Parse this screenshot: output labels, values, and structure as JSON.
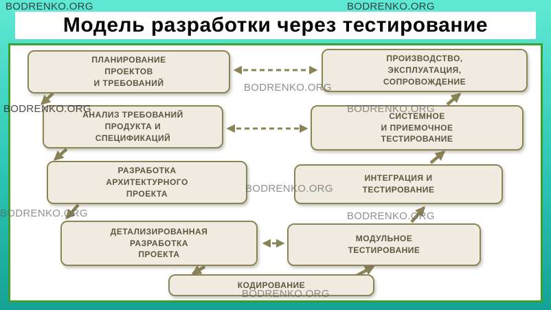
{
  "header": {
    "title": "Модель разработки через тестирование"
  },
  "watermark": {
    "text": "BODRENKO.ORG"
  },
  "diagram": {
    "boxes": {
      "planning": {
        "label": "ПЛАНИРОВАНИЕ\nПРОЕКТОВ\nИ ТРЕБОВАНИЙ"
      },
      "production": {
        "label": "ПРОИЗВОДСТВО,\nЭКСПЛУАТАЦИЯ,\nСОПРОВОЖДЕНИЕ"
      },
      "analysis": {
        "label": "АНАЛИЗ ТРЕБОВАНИЙ\nПРОДУКТА И\nСПЕЦИФИКАЦИЙ"
      },
      "system_testing": {
        "label": "СИСТЕМНОЕ\nИ ПРИЕМОЧНОЕ\nТЕСТИРОВАНИЕ"
      },
      "architecture": {
        "label": "РАЗРАБОТКА\nАРХИТЕКТУРНОГО\nПРОЕКТА"
      },
      "integration_testing": {
        "label": "ИНТЕГРАЦИЯ И\nТЕСТИРОВАНИЕ"
      },
      "detailed_design": {
        "label": "ДЕТАЛИЗИРОВАННАЯ\nРАЗРАБОТКА\nПРОЕКТА"
      },
      "module_testing": {
        "label": "МОДУЛЬНОЕ\nТЕСТИРОВАНИЕ"
      },
      "coding": {
        "label": "КОДИРОВАНИЕ"
      }
    }
  },
  "colors": {
    "box_fill": "#f0ebe1",
    "box_border": "#8b8256",
    "box_text": "#5c563e",
    "arrow": "#8b8256",
    "frame_green": "#3aa02e",
    "teal_top": "#5fe9d4",
    "teal_bottom": "#14a295"
  }
}
